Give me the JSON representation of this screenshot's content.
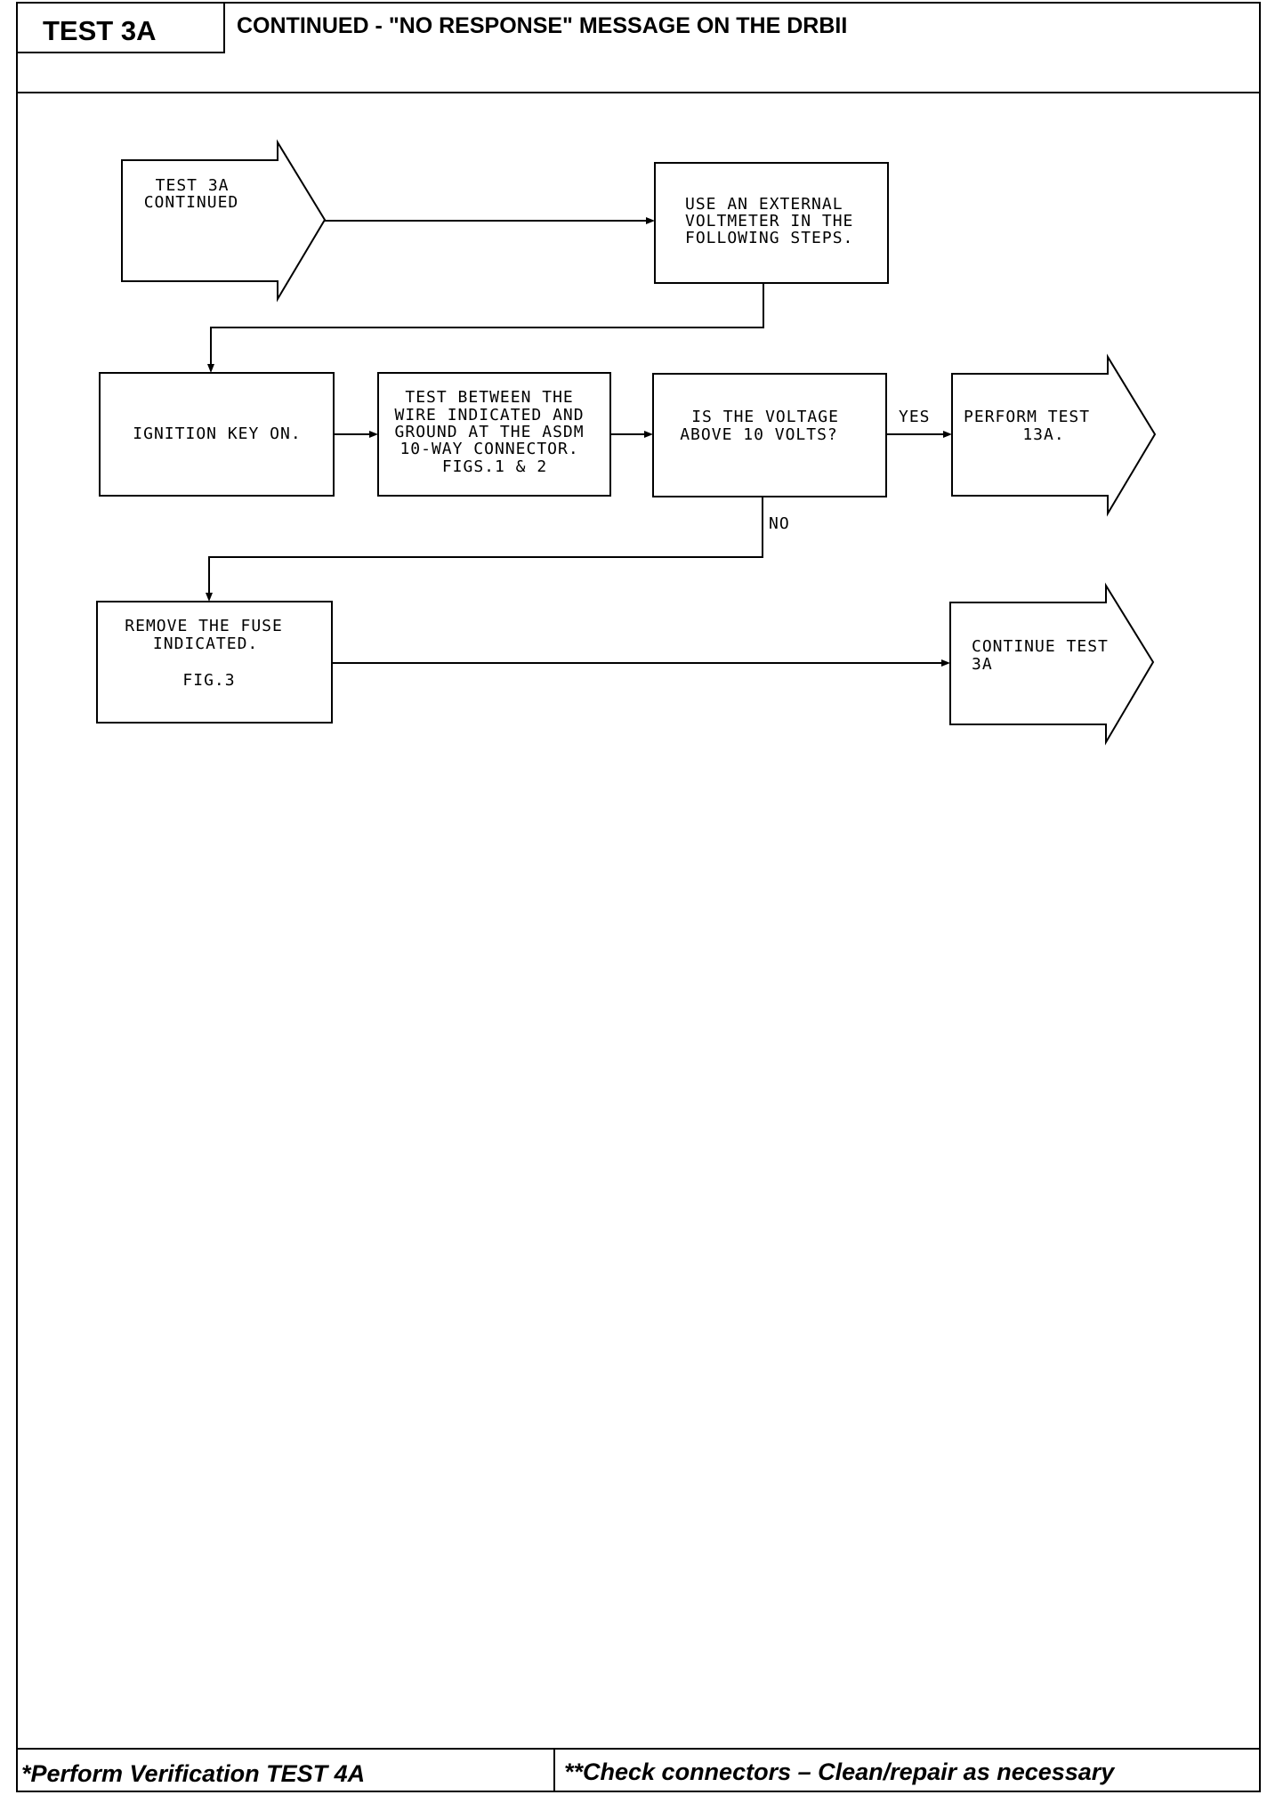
{
  "header": {
    "test_id": "TEST 3A",
    "title": "CONTINUED - \"NO RESPONSE\" MESSAGE ON THE DRBII"
  },
  "flowchart": {
    "start": [
      "TEST 3A",
      "CONTINUED"
    ],
    "use_voltmeter": [
      "USE AN EXTERNAL",
      "VOLTMETER IN THE",
      "FOLLOWING STEPS."
    ],
    "ignition": [
      "IGNITION KEY ON."
    ],
    "test_between": [
      "TEST BETWEEN THE",
      "WIRE INDICATED AND",
      "GROUND AT THE ASDM",
      "10-WAY CONNECTOR.",
      "FIGS.1 & 2"
    ],
    "voltage_question": [
      "IS THE VOLTAGE",
      "ABOVE 10 VOLTS?"
    ],
    "perform_test": [
      "PERFORM TEST",
      "13A."
    ],
    "remove_fuse": [
      "REMOVE THE FUSE",
      "INDICATED.",
      "",
      "FIG.3"
    ],
    "continue_test": [
      "CONTINUE TEST",
      "3A"
    ],
    "yes_label": "YES",
    "no_label": "NO"
  },
  "footer": {
    "left": "*Perform Verification TEST 4A",
    "right": "**Check connectors – Clean/repair as necessary"
  }
}
